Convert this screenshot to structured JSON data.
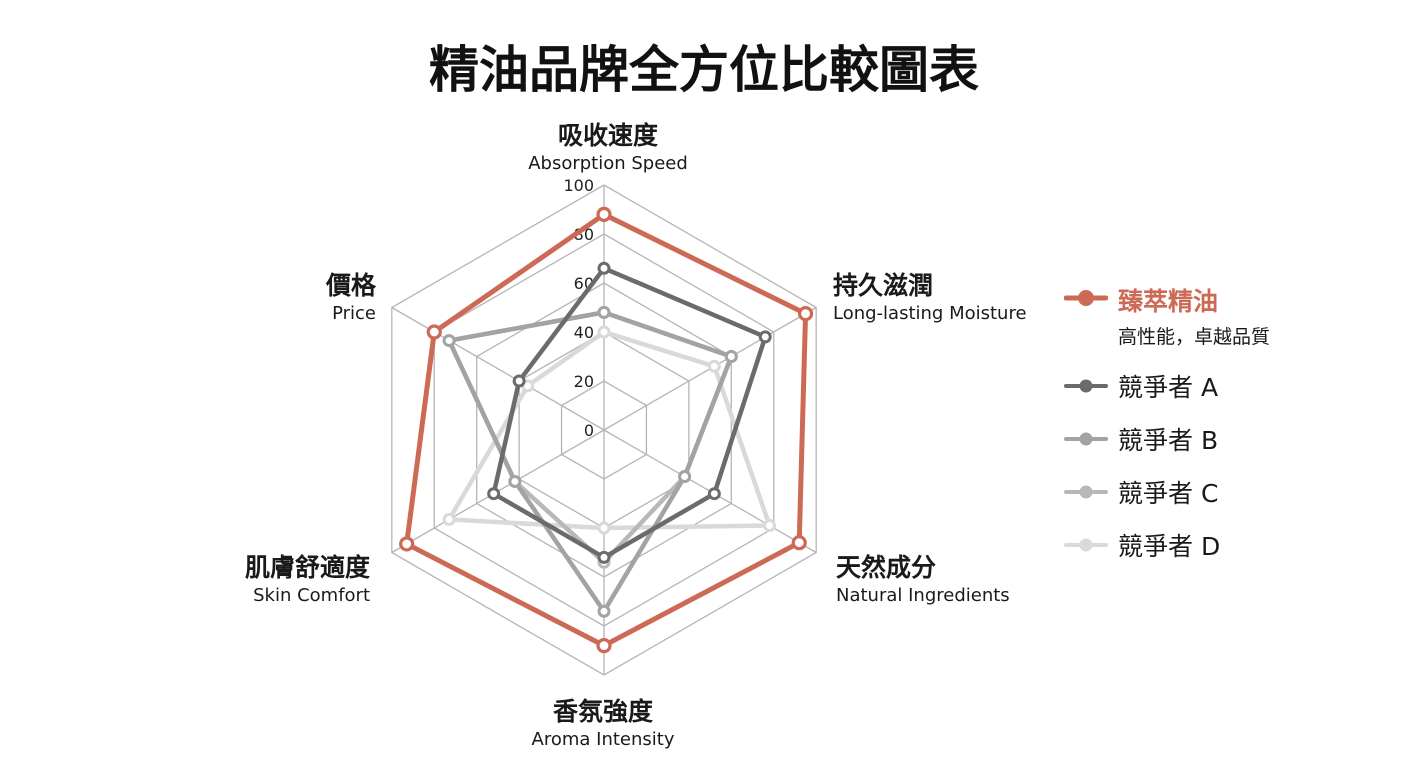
{
  "chart_data": {
    "type": "radar",
    "title": "精油品牌全方位比較圖表",
    "axes": [
      {
        "zh": "吸收速度",
        "en": "Absorption Speed"
      },
      {
        "zh": "持久滋潤",
        "en": "Long-lasting Moisture"
      },
      {
        "zh": "天然成分",
        "en": "Natural Ingredients"
      },
      {
        "zh": "香氛強度",
        "en": "Aroma Intensity"
      },
      {
        "zh": "肌膚舒適度",
        "en": "Skin Comfort"
      },
      {
        "zh": "價格",
        "en": "Price"
      }
    ],
    "ticks": [
      "0",
      "20",
      "40",
      "60",
      "80",
      "100"
    ],
    "range": [
      0,
      100
    ],
    "grid": true,
    "legend_position": "right",
    "series": [
      {
        "name": "臻萃精油",
        "subtitle": "高性能，卓越品質",
        "color": "#cd6a56",
        "values": [
          88,
          95,
          92,
          88,
          93,
          80
        ],
        "primary": true
      },
      {
        "name": "競爭者 A",
        "color": "#6b6b6b",
        "values": [
          66,
          76,
          52,
          52,
          52,
          40
        ]
      },
      {
        "name": "競爭者 B",
        "color": "#a3a3a3",
        "values": [
          48,
          60,
          38,
          74,
          42,
          73
        ]
      },
      {
        "name": "競爭者 C",
        "color": "#b8b8b8",
        "values": [
          48,
          60,
          38,
          54,
          42,
          73
        ]
      },
      {
        "name": "競爭者 D",
        "color": "#d9d9d9",
        "values": [
          40,
          52,
          78,
          40,
          73,
          36
        ]
      }
    ]
  }
}
